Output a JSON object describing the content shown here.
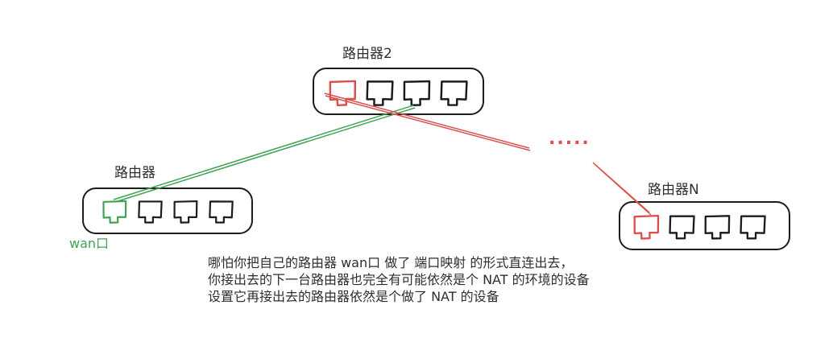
{
  "diagram": {
    "routers": {
      "top": {
        "label": "路由器2",
        "port_colors": [
          "#d9514e",
          "#1c1c1c",
          "#1c1c1c",
          "#1c1c1c"
        ]
      },
      "left": {
        "label": "路由器",
        "wan_label": "wan口",
        "port_colors": [
          "#3fa355",
          "#1c1c1c",
          "#1c1c1c",
          "#1c1c1c"
        ]
      },
      "right": {
        "label": "路由器N",
        "port_colors": [
          "#d9514e",
          "#1c1c1c",
          "#1c1c1c",
          "#1c1c1c"
        ]
      }
    },
    "ellipsis": ".....",
    "caption": [
      "哪怕你把自己的路由器 wan口 做了 端口映射 的形式直连出去，",
      "你接出去的下一台路由器也完全有可能依然是个 NAT 的环境的设备",
      "设置它再接出去的路由器依然是个做了 NAT 的设备"
    ],
    "colors": {
      "background": "#ffffff",
      "stroke": "#1c1c1c",
      "green": "#3fa355",
      "red": "#d9514e",
      "text": "#2e2e2e"
    }
  }
}
